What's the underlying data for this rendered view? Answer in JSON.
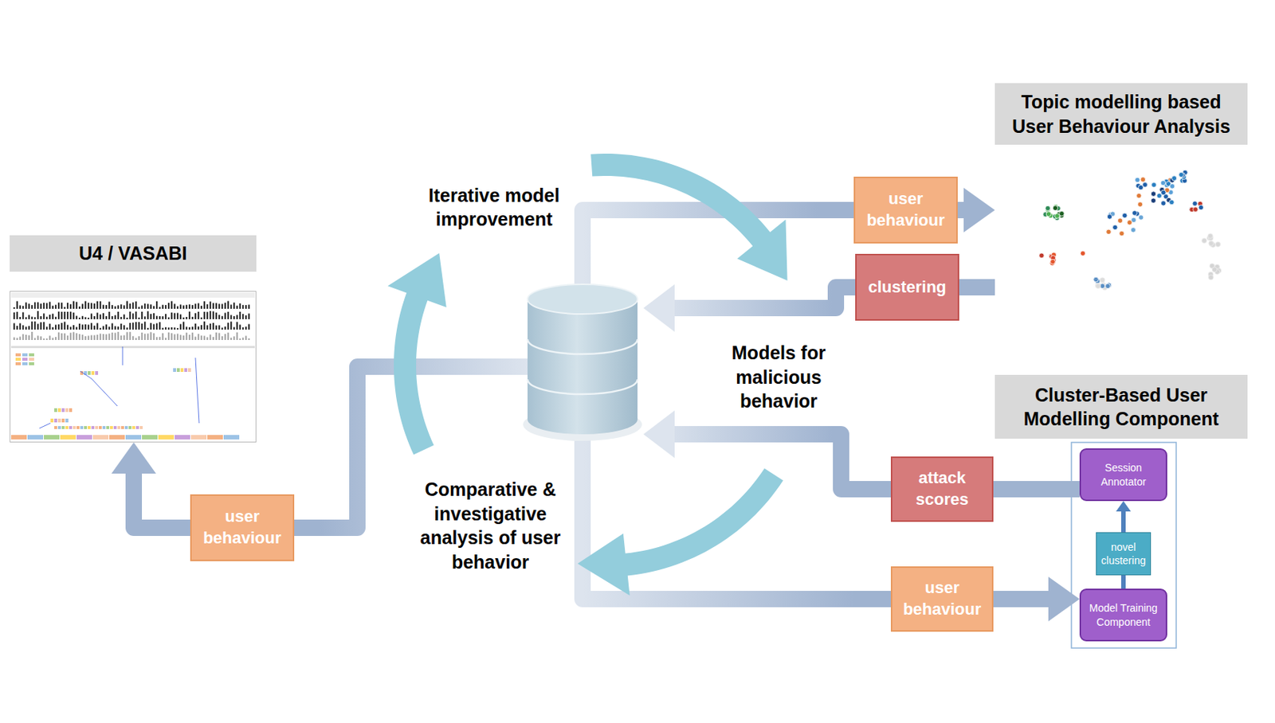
{
  "diagram": {
    "nodes": [
      {
        "text": [
          "U4 / VASABI"
        ]
      },
      {
        "text": [
          "user behaviour"
        ]
      },
      {
        "text": [
          "Topic modelling based User Behaviour Analysis"
        ]
      },
      {
        "text": [
          "user behaviour"
        ]
      },
      {
        "text": [
          "clustering"
        ]
      },
      {
        "text": [
          "Cluster-Based User Modelling Component"
        ]
      },
      {
        "text": [
          "attack scores"
        ]
      },
      {
        "text": [
          "user behaviour"
        ]
      },
      {
        "text": [
          "Session Annotator"
        ]
      },
      {
        "text": [
          "novel clustering"
        ]
      },
      {
        "text": [
          "Model Training Component"
        ]
      }
    ],
    "edges": [
      {
        "from": 1,
        "to": 0,
        "arrow": "to"
      },
      {
        "from": 3,
        "to": 2,
        "arrow": "to"
      },
      {
        "from": 2,
        "to": 4,
        "arrow": "none"
      },
      {
        "from": 8,
        "to": 6,
        "arrow": "none"
      },
      {
        "from": 7,
        "to": 10,
        "arrow": "to"
      },
      {
        "from": 10,
        "to": 9,
        "arrow": "none"
      },
      {
        "from": 9,
        "to": 8,
        "arrow": "to"
      }
    ],
    "labels": [
      "Iterative model improvement",
      "Models for malicious behavior",
      "Comparative & investigative analysis of user behavior"
    ]
  }
}
